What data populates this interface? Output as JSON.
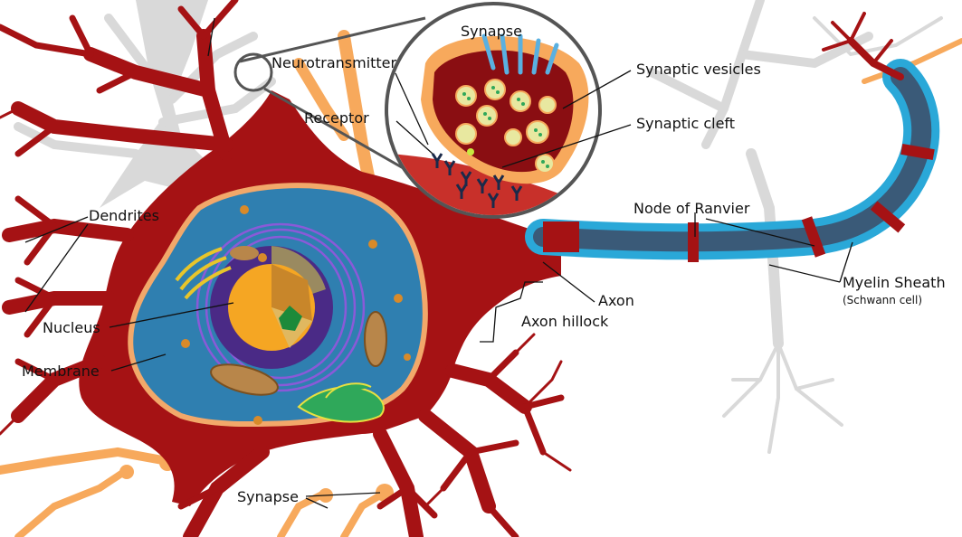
{
  "labels": {
    "synapse_top": "Synapse",
    "neurotransmitter": "Neurotransmitter",
    "receptor": "Receptor",
    "synaptic_vesicles": "Synaptic vesicles",
    "synaptic_cleft": "Synaptic cleft",
    "dendrites": "Dendrites",
    "nucleus": "Nucleus",
    "membrane": "Membrane",
    "node_of_ranvier": "Node of Ranvier",
    "axon": "Axon",
    "axon_hillock": "Axon hillock",
    "myelin_sheath": "Myelin Sheath",
    "schwann_cell": "(Schwann cell)",
    "synapse_bottom": "Synapse"
  },
  "colors": {
    "neuron_body": "#a51214",
    "cytoplasm": "#2f7fb0",
    "cell_border": "#f2a86a",
    "nucleus_outer": "#4a2a86",
    "nucleolus": "#1c8a3a",
    "myelin": "#2aa8d8",
    "axon_core": "#3a5a78",
    "terminal": "#f7a95c",
    "background_neurons": "#d9d9d9"
  }
}
